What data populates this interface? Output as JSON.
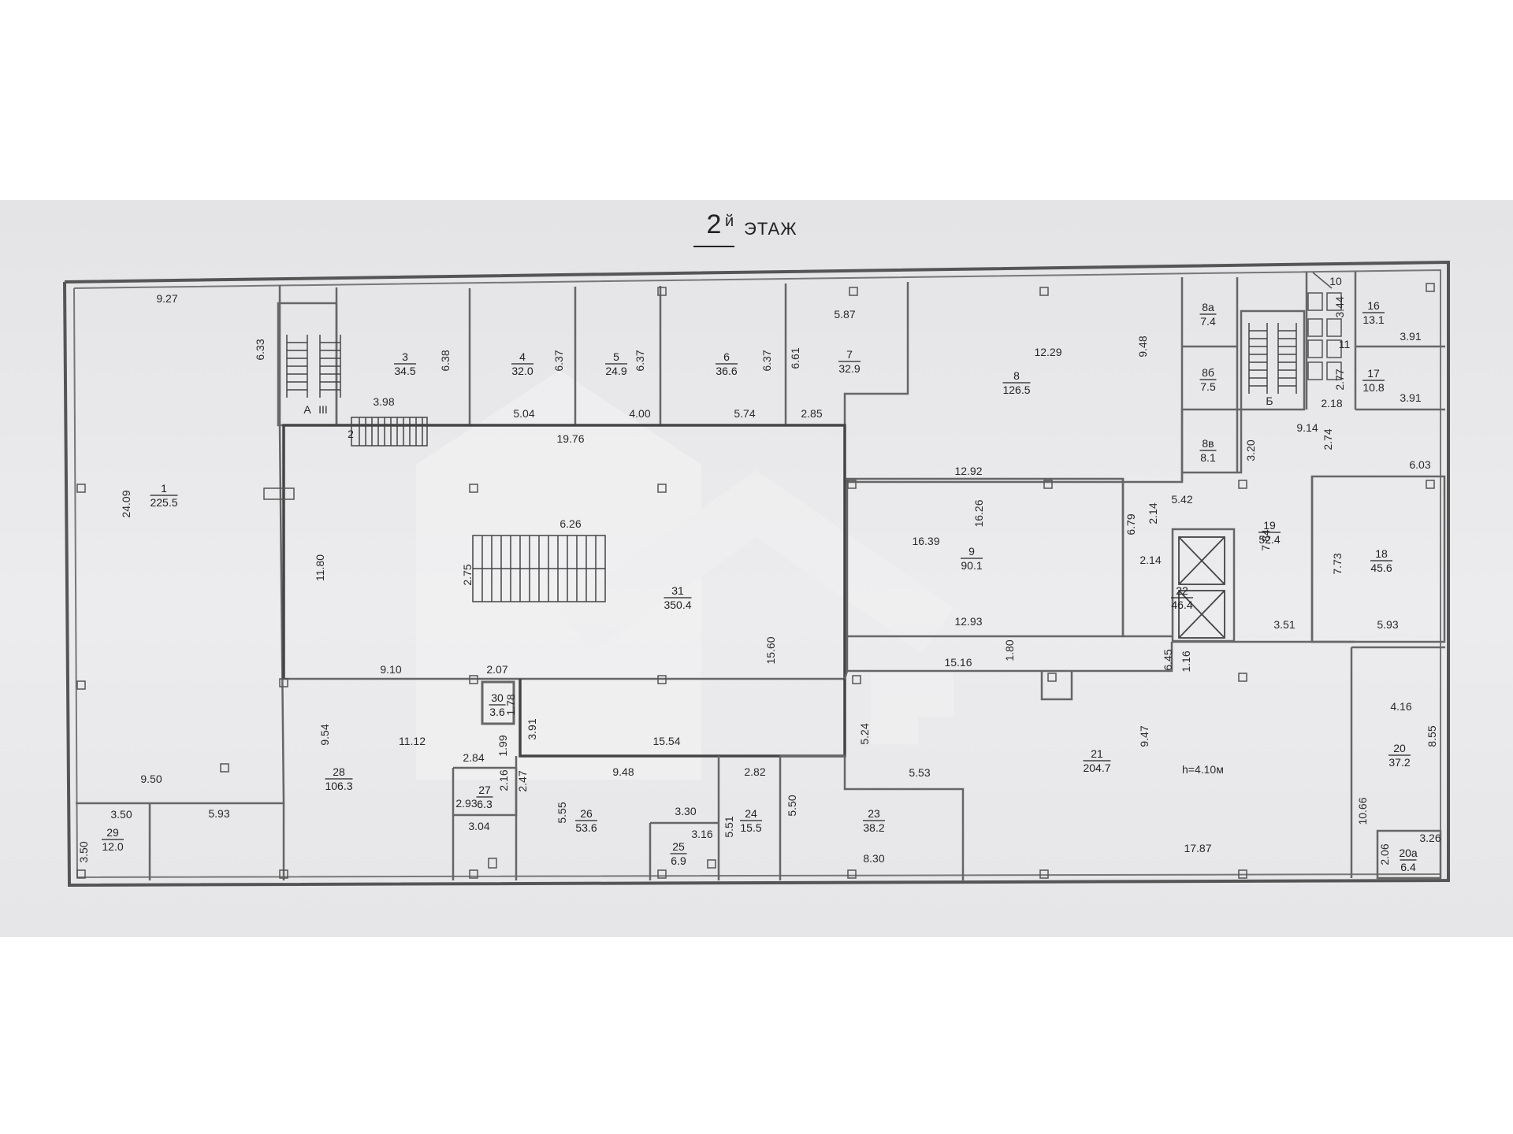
{
  "title": {
    "number": "2",
    "superscript": "й",
    "word": "ЭТАЖ"
  },
  "rooms": [
    {
      "id": "1",
      "area": "225.5"
    },
    {
      "id": "3",
      "area": "34.5"
    },
    {
      "id": "4",
      "area": "32.0"
    },
    {
      "id": "5",
      "area": "24.9"
    },
    {
      "id": "6",
      "area": "36.6"
    },
    {
      "id": "7",
      "area": "32.9"
    },
    {
      "id": "8",
      "area": "126.5"
    },
    {
      "id": "8а",
      "area": "7.4"
    },
    {
      "id": "8б",
      "area": "7.5"
    },
    {
      "id": "8в",
      "area": "8.1"
    },
    {
      "id": "9",
      "area": "90.1"
    },
    {
      "id": "16",
      "area": "13.1"
    },
    {
      "id": "17",
      "area": "10.8"
    },
    {
      "id": "18",
      "area": "45.6"
    },
    {
      "id": "19",
      "area": "52.4"
    },
    {
      "id": "20",
      "area": "37.2"
    },
    {
      "id": "20а",
      "area": "6.4"
    },
    {
      "id": "21",
      "area": "204.7"
    },
    {
      "id": "22",
      "area": "46.4"
    },
    {
      "id": "23",
      "area": "38.2"
    },
    {
      "id": "24",
      "area": "15.5"
    },
    {
      "id": "25",
      "area": "6.9"
    },
    {
      "id": "26",
      "area": "53.6"
    },
    {
      "id": "27",
      "area": "6.3"
    },
    {
      "id": "28",
      "area": "106.3"
    },
    {
      "id": "29",
      "area": "12.0"
    },
    {
      "id": "30",
      "area": "3.6"
    },
    {
      "id": "31",
      "area": "350.4"
    }
  ],
  "markers": [
    "2",
    "10",
    "11",
    "А",
    "III",
    "Б"
  ],
  "height_note": "h=4.10м",
  "dimensions": [
    "9.27",
    "6.33",
    "6.38",
    "3.98",
    "6.37",
    "6.37",
    "6.37",
    "5.87",
    "6.61",
    "12.29",
    "9.48",
    "3.44",
    "3.91",
    "2.77",
    "3.91",
    "2.18",
    "5.04",
    "4.00",
    "5.74",
    "2.85",
    "19.76",
    "9.14",
    "2.74",
    "3.20",
    "24.09",
    "12.92",
    "16.26",
    "5.42",
    "2.14",
    "6.03",
    "6.26",
    "16.39",
    "6.79",
    "7.84",
    "7.73",
    "2.14",
    "2.75",
    "11.80",
    "12.93",
    "3.51",
    "5.93",
    "15.16",
    "1.80",
    "1.16",
    "6.45",
    "9.10",
    "2.07",
    "1.78",
    "15.60",
    "4.16",
    "8.55",
    "9.54",
    "11.12",
    "3.91",
    "5.24",
    "9.47",
    "15.54",
    "1.99",
    "2.84",
    "9.48",
    "2.82",
    "5.53",
    "2.47",
    "2.16",
    "2.93",
    "10.66",
    "9.50",
    "3.50",
    "5.93",
    "5.55",
    "3.30",
    "5.50",
    "3.04",
    "3.16",
    "5.51",
    "3.26",
    "2.06",
    "3.50",
    "17.87",
    "8.30"
  ]
}
